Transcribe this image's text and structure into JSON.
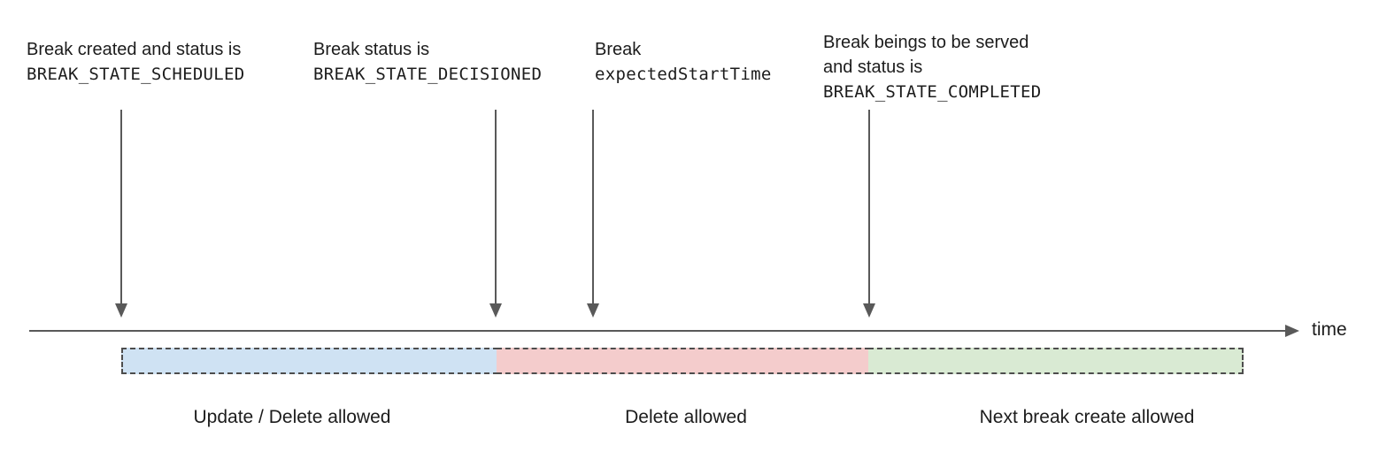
{
  "diagram": {
    "annotations": [
      {
        "line1": "Break created and status is",
        "line2": "BREAK_STATE_SCHEDULED"
      },
      {
        "line1": "Break status is",
        "line2": "BREAK_STATE_DECISIONED"
      },
      {
        "line1": "Break",
        "line2": "expectedStartTime"
      },
      {
        "line1": "Break beings to be served",
        "line2": "and status is",
        "line3": "BREAK_STATE_COMPLETED"
      }
    ],
    "timeline": {
      "axis_label": "time"
    },
    "segments": [
      {
        "label": "Update / Delete allowed",
        "fill": "#cfe2f3"
      },
      {
        "label": "Delete allowed",
        "fill": "#f4cccc"
      },
      {
        "label": "Next break create allowed",
        "fill": "#d9ead3"
      }
    ],
    "colors": {
      "arrow": "#595959",
      "dashed_border": "#4d4d4d",
      "text": "#1c1c1c"
    }
  }
}
